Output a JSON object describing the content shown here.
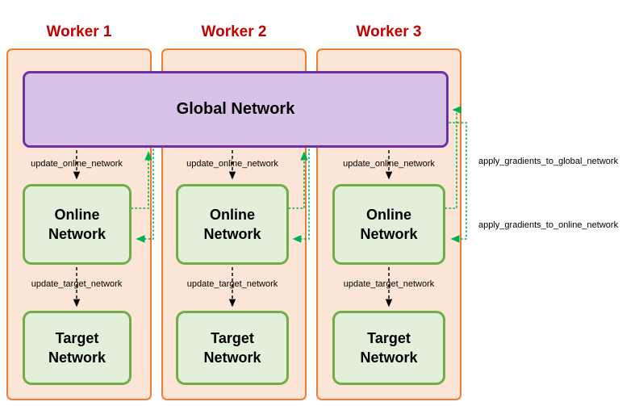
{
  "diagram": {
    "global_label": "Global Network",
    "workers": [
      {
        "title": "Worker 1",
        "online_label": "Online Network",
        "target_label": "Target Network",
        "update_online": "update_online_network",
        "update_target": "update_target_network"
      },
      {
        "title": "Worker 2",
        "online_label": "Online Network",
        "target_label": "Target Network",
        "update_online": "update_online_network",
        "update_target": "update_target_network"
      },
      {
        "title": "Worker 3",
        "online_label": "Online Network",
        "target_label": "Target Network",
        "update_online": "update_online_network",
        "update_target": "update_target_network"
      }
    ],
    "side_labels": {
      "apply_global": "apply_gradients_to_global_network",
      "apply_online": "apply_gradients_to_online_network"
    },
    "colors": {
      "worker_title": "#C00000",
      "worker_fill": "#FBE5D6",
      "worker_border": "#ED7D31",
      "global_fill": "#D8C3E8",
      "global_border": "#7030A0",
      "network_fill": "#E2EFDA",
      "network_border": "#70AD47",
      "gradient_arrow_green": "#00B050",
      "update_arrow_black": "#000000"
    }
  }
}
